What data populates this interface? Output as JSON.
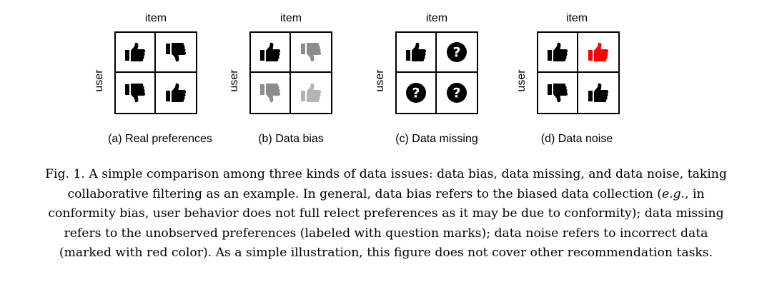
{
  "panels": [
    {
      "item_label": "item",
      "user_label": "user",
      "caption": "(a) Real preferences",
      "cells": [
        {
          "icon": "thumbs-up-icon",
          "color": "#000000"
        },
        {
          "icon": "thumbs-down-icon",
          "color": "#000000"
        },
        {
          "icon": "thumbs-down-icon",
          "color": "#000000"
        },
        {
          "icon": "thumbs-up-icon",
          "color": "#000000"
        }
      ]
    },
    {
      "item_label": "item",
      "user_label": "user",
      "caption": "(b) Data bias",
      "cells": [
        {
          "icon": "thumbs-up-icon",
          "color": "#000000"
        },
        {
          "icon": "thumbs-down-icon",
          "color": "#8c8c8c"
        },
        {
          "icon": "thumbs-down-icon",
          "color": "#8c8c8c"
        },
        {
          "icon": "thumbs-up-icon",
          "color": "#b4b4b4"
        }
      ]
    },
    {
      "item_label": "item",
      "user_label": "user",
      "caption": "(c) Data missing",
      "cells": [
        {
          "icon": "thumbs-up-icon",
          "color": "#000000"
        },
        {
          "icon": "question-mark-icon",
          "color": "#000000",
          "glyph": "?"
        },
        {
          "icon": "question-mark-icon",
          "color": "#000000",
          "glyph": "?"
        },
        {
          "icon": "question-mark-icon",
          "color": "#000000",
          "glyph": "?"
        }
      ]
    },
    {
      "item_label": "item",
      "user_label": "user",
      "caption": "(d) Data noise",
      "cells": [
        {
          "icon": "thumbs-up-icon",
          "color": "#000000"
        },
        {
          "icon": "thumbs-up-icon",
          "color": "#ff0000"
        },
        {
          "icon": "thumbs-down-icon",
          "color": "#000000"
        },
        {
          "icon": "thumbs-up-icon",
          "color": "#000000"
        }
      ]
    }
  ],
  "figure_caption": {
    "line1": "Fig. 1.  A simple comparison among three kinds of data issues: data bias, data missing, and data noise, taking",
    "line2_pre": "collaborative filtering as an example. In general, data bias refers to the biased data collection (",
    "line2_em": "e.g.",
    "line2_post": ", in",
    "line3": "conformity bias, user behavior does not full relect preferences as it may be due to conformity); data missing",
    "line4": "refers to the unobserved preferences (labeled with question marks); data noise refers to incorrect data",
    "line5": "(marked with red color). As a simple illustration, this figure does not cover other recommendation tasks."
  }
}
